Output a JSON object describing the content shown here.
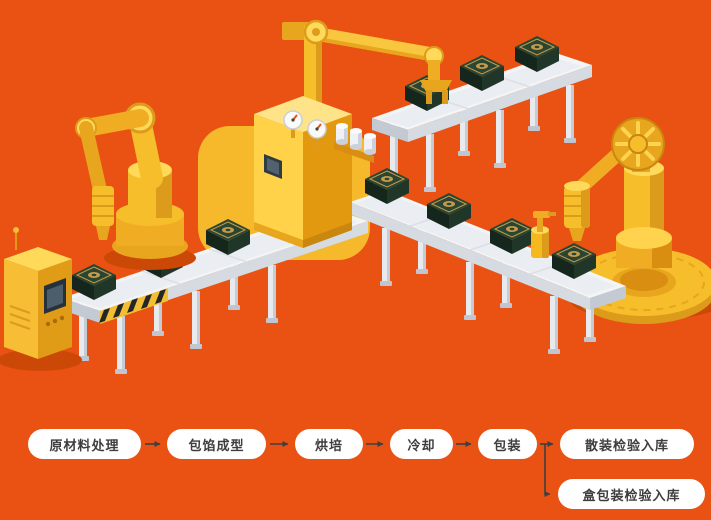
{
  "scene": {
    "type": "isometric-factory-production-line",
    "components": [
      "control-console",
      "robotic-arm-left",
      "conveyor-left",
      "product-boxes",
      "baking-machine",
      "overhead-robot-arm",
      "conveyor-top-right",
      "conveyor-right",
      "spray-canister",
      "rotary-table-robot"
    ]
  },
  "flowchart": {
    "nodes": [
      {
        "id": "raw-material",
        "label": "原材料处理"
      },
      {
        "id": "filling-forming",
        "label": "包馅成型"
      },
      {
        "id": "baking",
        "label": "烘培"
      },
      {
        "id": "cooling",
        "label": "冷却"
      },
      {
        "id": "packaging",
        "label": "包装"
      },
      {
        "id": "bulk-inspection",
        "label": "散装检验入库"
      },
      {
        "id": "boxed-inspection",
        "label": "盒包装检验入库"
      }
    ],
    "edges": [
      {
        "from": "raw-material",
        "to": "filling-forming"
      },
      {
        "from": "filling-forming",
        "to": "baking"
      },
      {
        "from": "baking",
        "to": "cooling"
      },
      {
        "from": "cooling",
        "to": "packaging"
      },
      {
        "from": "packaging",
        "to": "bulk-inspection"
      },
      {
        "from": "packaging",
        "to": "boxed-inspection"
      }
    ]
  },
  "colors": {
    "background": "#E95212",
    "machine_yellow": "#F7BE2B",
    "machine_yellow_light": "#FFD95A",
    "machine_yellow_dark": "#DD9B1C",
    "backdrop_blob": "#F5B92B",
    "conveyor_white": "#F3F4F6",
    "conveyor_shade": "#D6DAE1",
    "product_box_green": "#1F3628",
    "box_trim_gold": "#C79A4B",
    "node_background": "#FFFFFF",
    "node_text": "#3D3D3D",
    "connector_line": "#3F3F3F"
  }
}
